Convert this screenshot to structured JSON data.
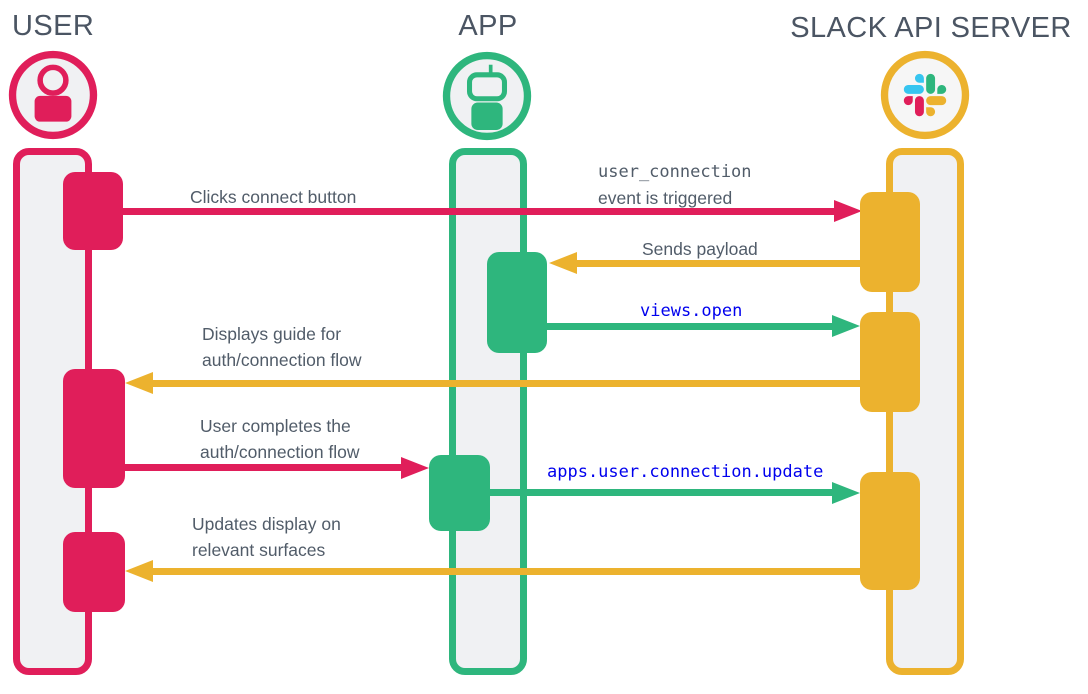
{
  "actors": [
    {
      "id": "user",
      "name": "USER",
      "color": "#E01E5A",
      "icon": "user-icon"
    },
    {
      "id": "app",
      "name": "APP",
      "color": "#2EB67D",
      "icon": "robot-icon"
    },
    {
      "id": "slack",
      "name": "SLACK API SERVER",
      "color": "#ECB22E",
      "icon": "slack-logo-icon"
    }
  ],
  "messages": [
    {
      "index": 1,
      "from": "USER",
      "to": "SLACK API SERVER",
      "color": "#E01E5A",
      "label": "Clicks connect button",
      "annotation_code": "user_connection",
      "annotation_text": "event is triggered"
    },
    {
      "index": 2,
      "from": "SLACK API SERVER",
      "to": "APP",
      "color": "#ECB22E",
      "label": "Sends payload"
    },
    {
      "index": 3,
      "from": "APP",
      "to": "SLACK API SERVER",
      "color": "#2EB67D",
      "label": "views.open",
      "label_type": "api-method",
      "label_color": "#0000EE"
    },
    {
      "index": 4,
      "from": "SLACK API SERVER",
      "to": "USER",
      "color": "#ECB22E",
      "label_line1": "Displays guide for",
      "label_line2": "auth/connection flow"
    },
    {
      "index": 5,
      "from": "USER",
      "to": "APP",
      "color": "#E01E5A",
      "label_line1": "User completes the",
      "label_line2": "auth/connection flow"
    },
    {
      "index": 6,
      "from": "APP",
      "to": "SLACK API SERVER",
      "color": "#2EB67D",
      "label": "apps.user.connection.update",
      "label_type": "api-method",
      "label_color": "#0000EE"
    },
    {
      "index": 7,
      "from": "SLACK API SERVER",
      "to": "USER",
      "color": "#ECB22E",
      "label_line1": "Updates display on",
      "label_line2": "relevant surfaces"
    }
  ],
  "colors": {
    "user_pink": "#E01E5A",
    "app_green": "#2EB67D",
    "slack_yellow": "#ECB22E",
    "slack_logo_blue": "#36C5F0",
    "slack_logo_green": "#2EB67D",
    "slack_logo_red": "#E01E5A",
    "slack_logo_yellow": "#ECB22E",
    "code_blue": "#0000EE",
    "label_gray": "#515C69",
    "lifeline_fill": "#F0F1F3",
    "background": "#FFFFFF"
  }
}
